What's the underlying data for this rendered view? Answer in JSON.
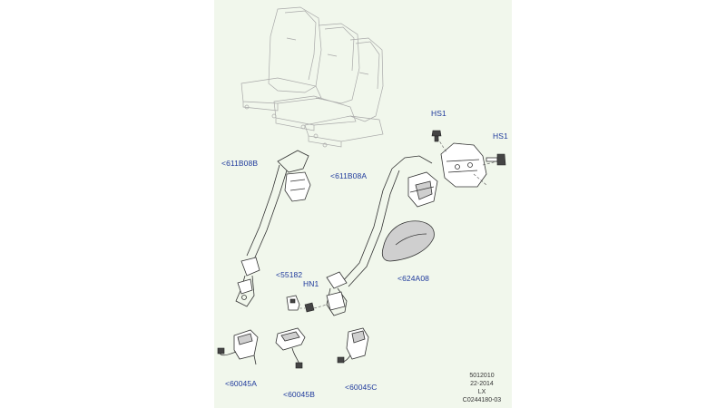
{
  "callouts": {
    "c611B08B": "<611B08B",
    "c611B08A": "<611B08A",
    "hs1_top": "HS1",
    "hs1_right": "HS1",
    "c55182": "<55182",
    "hn1": "HN1",
    "c624A08": "<624A08",
    "c60045A": "<60045A",
    "c60045B": "<60045B",
    "c60045C": "<60045C"
  },
  "info": {
    "line1": "5012010",
    "line2": "22-2014",
    "line3": "LX",
    "line4": "C0244180-03"
  },
  "colors": {
    "sheet_bg": "#f1f7ec",
    "callout_text": "#1f3a9c",
    "line_art": "#333333"
  }
}
